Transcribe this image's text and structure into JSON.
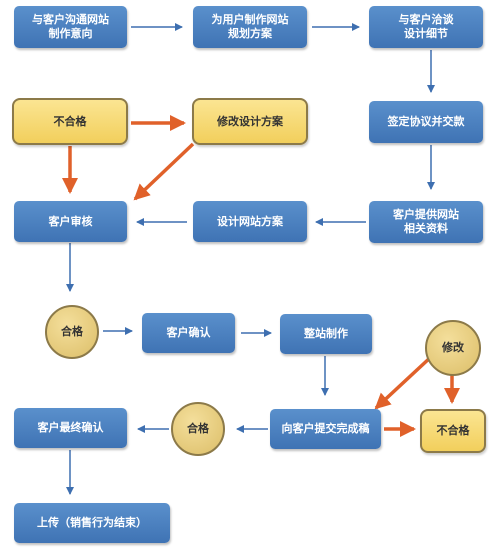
{
  "nodes": {
    "communicate": "与客户沟通网站\n制作意向",
    "plan": "为用户制作网站\n规划方案",
    "discuss": "与客户洽谈\n设计细节",
    "unqualified_top": "不合格",
    "modify_plan": "修改设计方案",
    "sign": "签定协议并交款",
    "review": "客户审核",
    "design_plan": "设计网站方案",
    "provide_info": "客户提供网站\n相关资料",
    "qualified_mid": "合格",
    "confirm": "客户确认",
    "build": "整站制作",
    "modify": "修改",
    "final_confirm": "客户最终确认",
    "qualified_bottom": "合格",
    "submit": "向客户提交完成稿",
    "unqualified_bottom": "不合格",
    "upload": "上传（销售行为结束）"
  },
  "colors": {
    "blue_box": "#4a80c2",
    "blue_arrow": "#3e6fb0",
    "orange_arrow": "#e0612a",
    "yellow_box": "#f5d46c"
  }
}
